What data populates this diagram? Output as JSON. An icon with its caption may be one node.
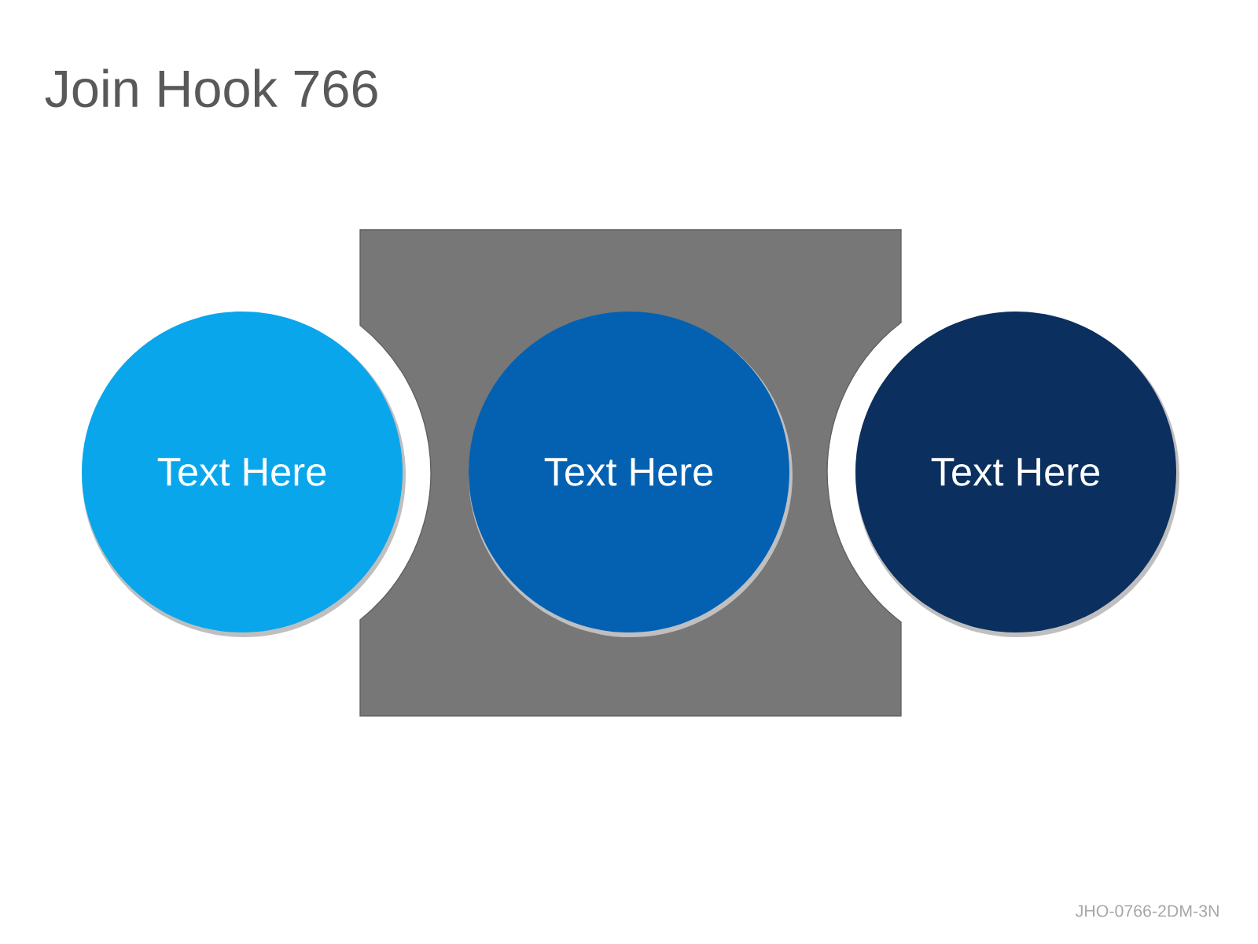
{
  "diagram": {
    "title": "Join Hook 766",
    "nodes": [
      {
        "text": [],
        "shape": "box"
      },
      {
        "text": [
          "Text Here"
        ]
      },
      {
        "text": [
          "Text Here"
        ],
        "in": 0
      },
      {
        "text": [
          "Text Here"
        ]
      }
    ],
    "labels": [
      "JHO-0766-2DM-3N"
    ]
  }
}
